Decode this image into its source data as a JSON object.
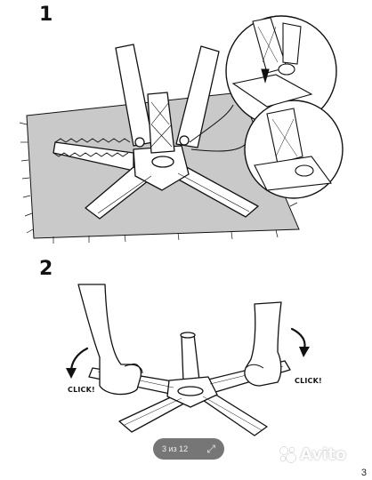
{
  "steps": [
    {
      "number": "1"
    },
    {
      "number": "2"
    }
  ],
  "labels": {
    "click_left": "CLICK!",
    "click_right": "CLICK!"
  },
  "viewer": {
    "counter": "3 из 12",
    "expand_icon": "expand-icon"
  },
  "watermark": {
    "text": "Avito",
    "logo_icon": "avito-dots-logo"
  },
  "page_number": "3",
  "colors": {
    "rug": "#c9c9c9",
    "line": "#111111",
    "overlay": "#505050"
  }
}
